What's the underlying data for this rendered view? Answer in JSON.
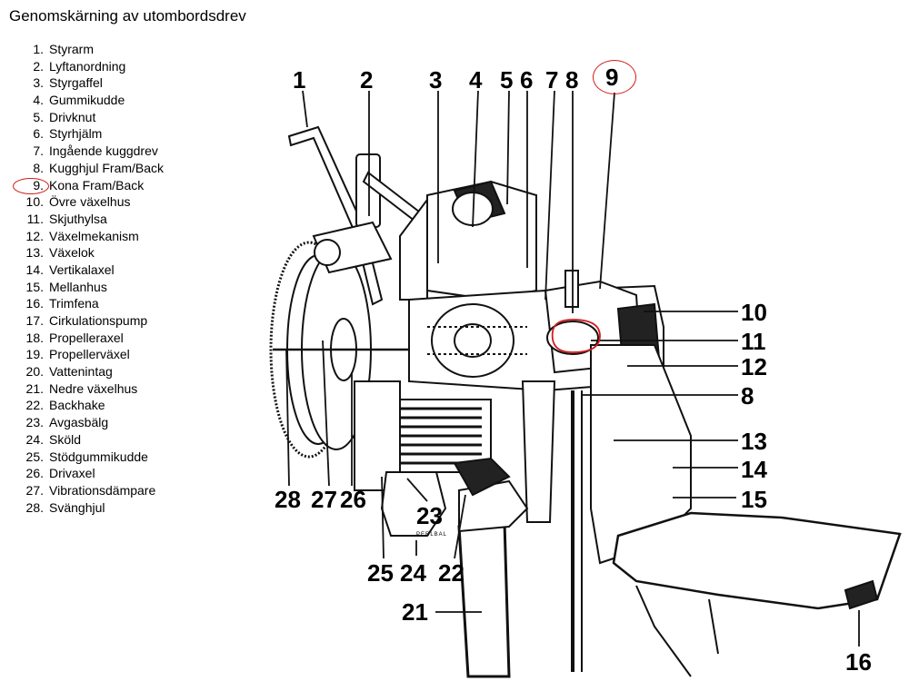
{
  "title": "Genomskärning av utombordsdrev",
  "colors": {
    "annotation": "#d21c1c",
    "ink": "#111111"
  },
  "legend": [
    {
      "num": "1.",
      "label": "Styrarm"
    },
    {
      "num": "2.",
      "label": "Lyftanordning"
    },
    {
      "num": "3.",
      "label": "Styrgaffel"
    },
    {
      "num": "4.",
      "label": "Gummikudde"
    },
    {
      "num": "5.",
      "label": "Drivknut"
    },
    {
      "num": "6.",
      "label": "Styrhjälm"
    },
    {
      "num": "7.",
      "label": "Ingående  kuggdrev"
    },
    {
      "num": "8.",
      "label": "Kugghjul Fram/Back"
    },
    {
      "num": "9.",
      "label": "Kona  Fram/Back"
    },
    {
      "num": "10.",
      "label": "Övre  växelhus"
    },
    {
      "num": "11.",
      "label": "Skjuthylsa"
    },
    {
      "num": "12.",
      "label": "Växelmekanism"
    },
    {
      "num": "13.",
      "label": "Växelok"
    },
    {
      "num": "14.",
      "label": "Vertikalaxel"
    },
    {
      "num": "15.",
      "label": "Mellanhus"
    },
    {
      "num": "16.",
      "label": "Trimfena"
    },
    {
      "num": "17.",
      "label": "Cirkulationspump"
    },
    {
      "num": "18.",
      "label": "Propelleraxel"
    },
    {
      "num": "19.",
      "label": "Propellerväxel"
    },
    {
      "num": "20.",
      "label": "Vattenintag"
    },
    {
      "num": "21.",
      "label": "Nedre  växelhus"
    },
    {
      "num": "22.",
      "label": "Backhake"
    },
    {
      "num": "23.",
      "label": "Avgasbälg"
    },
    {
      "num": "24.",
      "label": "Sköld"
    },
    {
      "num": "25.",
      "label": "Stödgummikudde"
    },
    {
      "num": "26.",
      "label": "Drivaxel"
    },
    {
      "num": "27.",
      "label": "Vibrationsdämpare"
    },
    {
      "num": "28.",
      "label": "Svänghjul"
    }
  ],
  "callouts": {
    "c1": "1",
    "c2": "2",
    "c3": "3",
    "c4": "4",
    "c5": "5",
    "c6": "6",
    "c7": "7",
    "c8top": "8",
    "c9": "9",
    "c10": "10",
    "c11": "11",
    "c12": "12",
    "c8": "8",
    "c13": "13",
    "c14": "14",
    "c15": "15",
    "c16": "16",
    "c21": "21",
    "c22": "22",
    "c23": "23",
    "c24": "24",
    "c25": "25",
    "c26": "26",
    "c27": "27",
    "c28": "28"
  },
  "stamp": "PERLBAL",
  "highlighted_item": "9"
}
